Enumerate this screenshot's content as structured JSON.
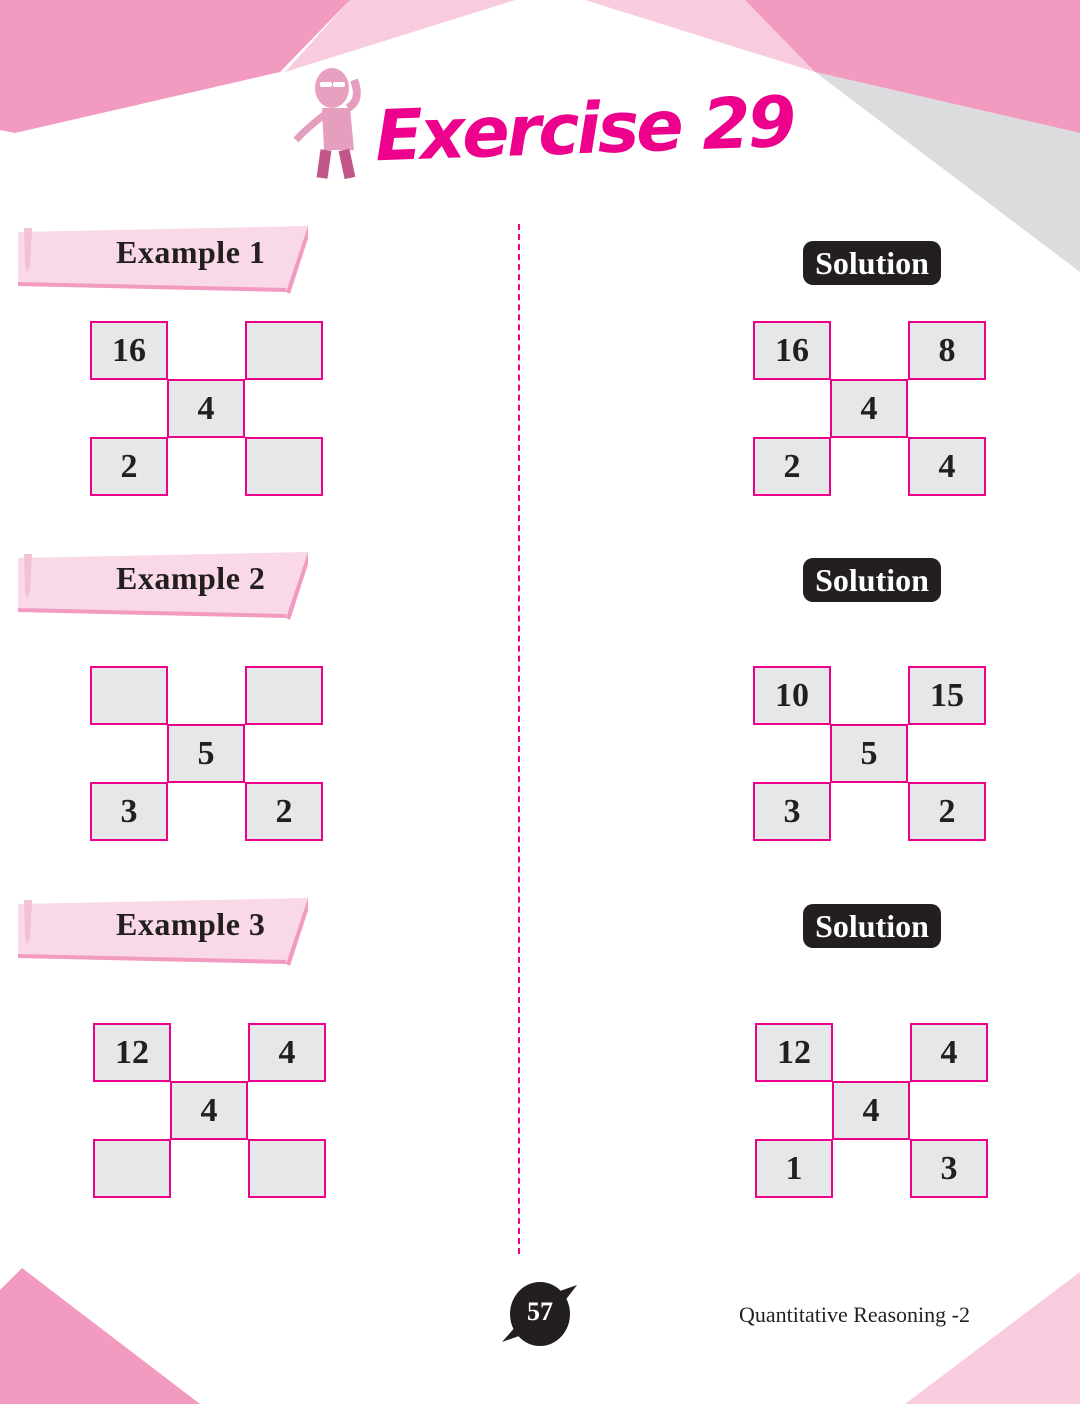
{
  "header": {
    "title": "Exercise 29"
  },
  "examples": [
    {
      "label": "Example 1",
      "solution_label": "Solution",
      "question": [
        "16",
        "",
        "",
        "4",
        "2",
        ""
      ],
      "answer": [
        "16",
        "",
        "8",
        "4",
        "2",
        "4"
      ]
    },
    {
      "label": "Example 2",
      "solution_label": "Solution",
      "question": [
        "",
        "",
        "",
        "5",
        "3",
        "2"
      ],
      "answer": [
        "10",
        "",
        "15",
        "5",
        "3",
        "2"
      ]
    },
    {
      "label": "Example 3",
      "solution_label": "Solution",
      "question": [
        "12",
        "",
        "4",
        "4",
        "",
        ""
      ],
      "answer": [
        "12",
        "",
        "4",
        "4",
        "1",
        "3"
      ]
    }
  ],
  "footer": {
    "page_number": "57",
    "book_title": "Quantitative Reasoning -2"
  },
  "colors": {
    "accent": "#ec008c",
    "pink": "#f29ac0",
    "light_pink": "#f8cbde",
    "gray": "#dcdcde",
    "dark": "#231f20"
  }
}
